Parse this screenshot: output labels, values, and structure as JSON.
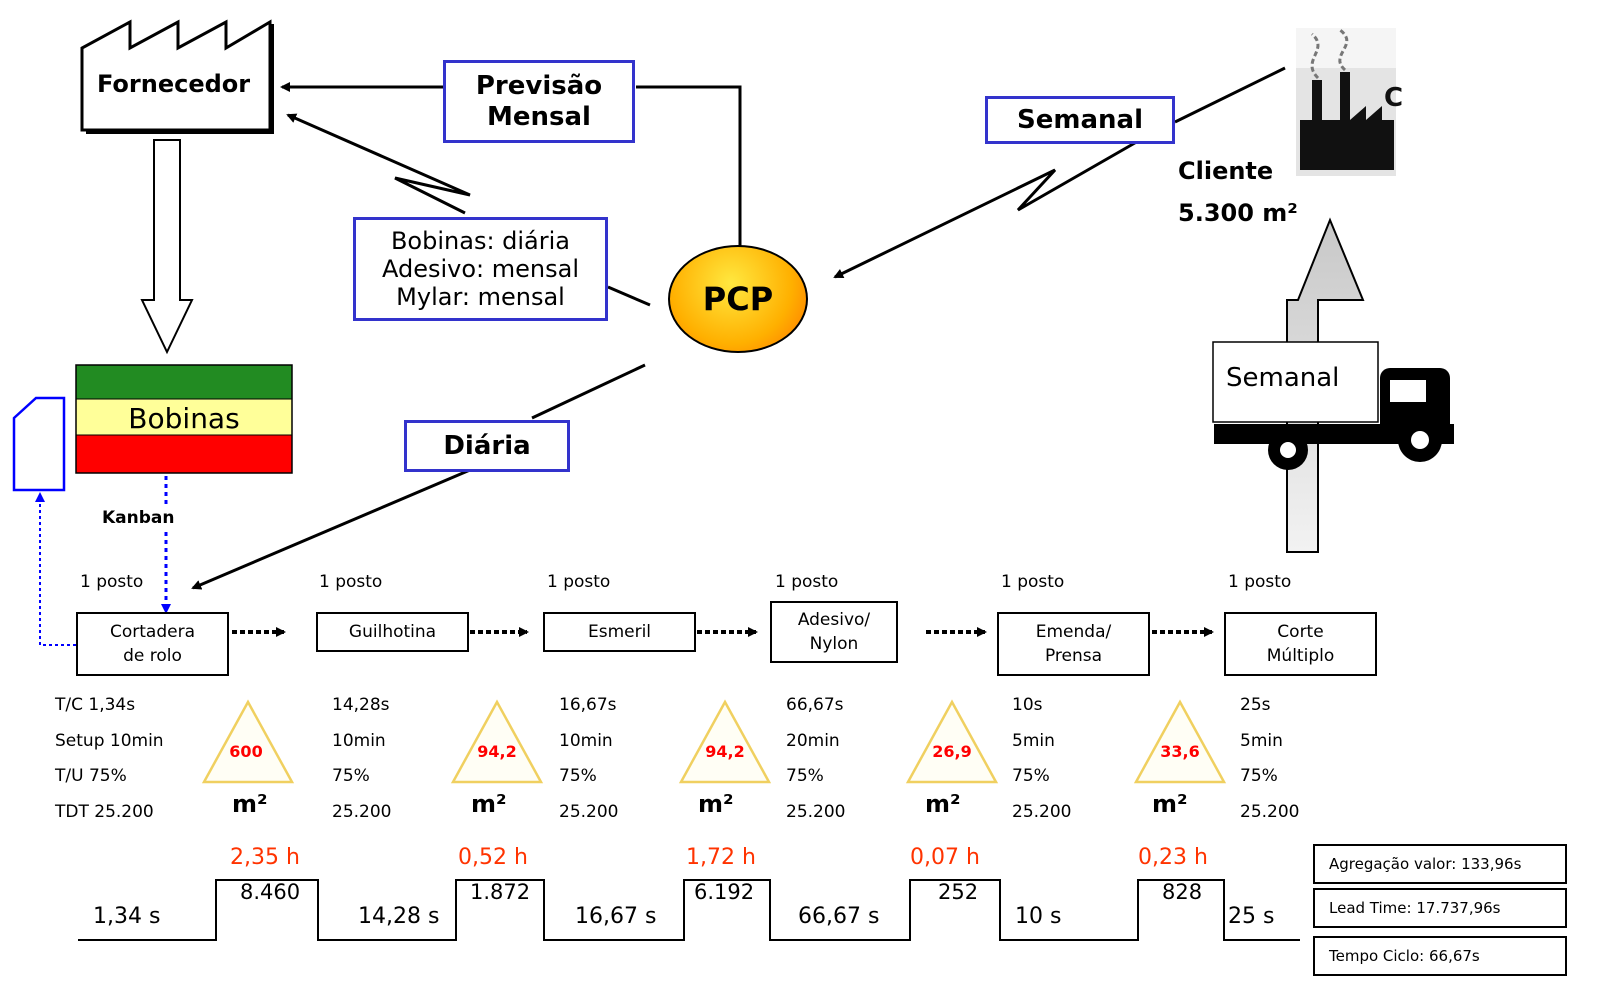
{
  "supplier": {
    "label": "Fornecedor"
  },
  "customer": {
    "label": "Cliente",
    "demand": "5.300 m²"
  },
  "pcp": {
    "label": "PCP"
  },
  "info_flows": {
    "forecast": [
      "Previsão",
      "Mensal"
    ],
    "weekly_top": "Semanal",
    "orders": [
      "Bobinas: diária",
      "Adesivo: mensal",
      "Mylar: mensal"
    ],
    "daily": "Diária",
    "weekly_truck": "Semanal"
  },
  "supermarket": {
    "label": "Bobinas",
    "kanban_label": "Kanban"
  },
  "processes": [
    {
      "operators": "1 posto",
      "name": [
        "Cortadera",
        "de rolo"
      ],
      "data": [
        "T/C 1,34s",
        "Setup 10min",
        "T/U 75%",
        "TDT 25.200"
      ]
    },
    {
      "operators": "1 posto",
      "name": [
        "Guilhotina"
      ],
      "data": [
        "14,28s",
        "10min",
        "75%",
        "25.200"
      ]
    },
    {
      "operators": "1 posto",
      "name": [
        "Esmeril"
      ],
      "data": [
        "16,67s",
        "10min",
        "75%",
        "25.200"
      ]
    },
    {
      "operators": "1 posto",
      "name": [
        "Adesivo/",
        "Nylon"
      ],
      "data": [
        "66,67s",
        "20min",
        "75%",
        "25.200"
      ]
    },
    {
      "operators": "1 posto",
      "name": [
        "Emenda/",
        "Prensa"
      ],
      "data": [
        "10s",
        "5min",
        "75%",
        "25.200"
      ]
    },
    {
      "operators": "1 posto",
      "name": [
        "Corte",
        "Múltiplo"
      ],
      "data": [
        "25s",
        "5min",
        "75%",
        "25.200"
      ]
    }
  ],
  "inventories": [
    {
      "value": "600",
      "unit": "m²"
    },
    {
      "value": "94,2",
      "unit": "m²"
    },
    {
      "value": "94,2",
      "unit": "m²"
    },
    {
      "value": "26,9",
      "unit": "m²"
    },
    {
      "value": "33,6",
      "unit": "m²"
    }
  ],
  "timeline": {
    "process_times": [
      "1,34 s",
      "14,28 s",
      "16,67 s",
      "66,67 s",
      "10 s",
      "25 s"
    ],
    "wait_hours": [
      "2,35 h",
      "0,52 h",
      "1,72 h",
      "0,07 h",
      "0,23 h"
    ],
    "wait_quantities": [
      "8.460",
      "1.872",
      "6.192",
      "252",
      "828"
    ]
  },
  "summary": {
    "value_added": "Agregação valor: 133,96s",
    "lead_time": "Lead Time: 17.737,96s",
    "cycle_time": "Tempo Ciclo: 66,67s"
  },
  "colors": {
    "box_border": "#3333cc",
    "kanban_line": "#0000ff",
    "triangle_border": "#f0d060",
    "inventory_text": "#ff0000",
    "hours_text": "#ff3300",
    "pcp_fill_top": "#ffd700",
    "pcp_fill_bottom": "#ff8c00",
    "supermarket": [
      "#228b22",
      "#ffff99",
      "#ff0000"
    ]
  }
}
